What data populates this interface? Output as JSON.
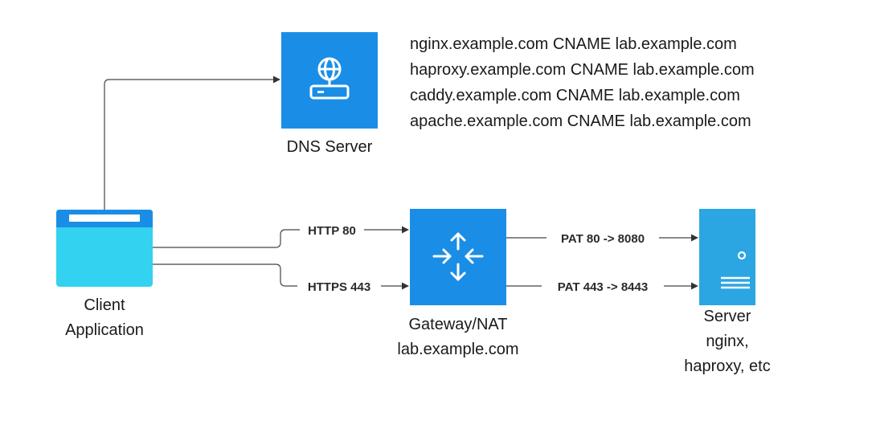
{
  "nodes": {
    "dns": {
      "label": "DNS Server",
      "icon": "globe-server-icon",
      "color": "#1a8ee6"
    },
    "client": {
      "label_line1": "Client",
      "label_line2": "Application",
      "icon": "browser-window-icon",
      "color": "#33d2f0",
      "title_bar_color": "#1a8ee6"
    },
    "gateway": {
      "label_line1": "Gateway/NAT",
      "label_line2": "lab.example.com",
      "icon": "router-arrows-icon",
      "color": "#1a8ee6"
    },
    "server": {
      "label_line1": "Server",
      "label_line2": "nginx,",
      "label_line3": "haproxy, etc",
      "icon": "server-tower-icon",
      "color": "#2ba6e2"
    }
  },
  "dns_records": [
    "nginx.example.com CNAME lab.example.com",
    "haproxy.example.com CNAME lab.example.com",
    "caddy.example.com CNAME lab.example.com",
    "apache.example.com CNAME lab.example.com"
  ],
  "edges": {
    "http": "HTTP 80",
    "https": "HTTPS 443",
    "pat_http": "PAT 80 -> 8080",
    "pat_https": "PAT 443 -> 8443"
  }
}
